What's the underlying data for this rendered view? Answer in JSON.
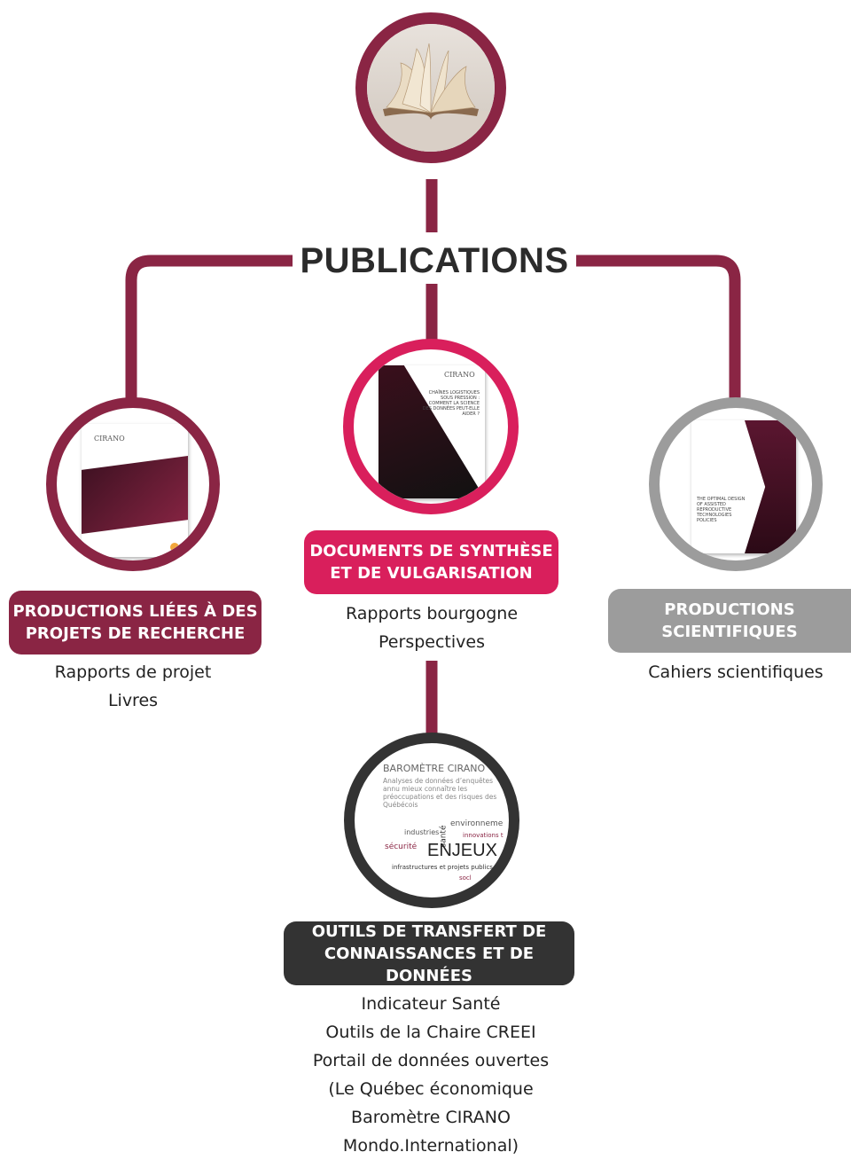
{
  "title": "PUBLICATIONS",
  "colors": {
    "wine": "#8a2544",
    "pink": "#d91f5c",
    "grey": "#9c9c9c",
    "dark": "#333333"
  },
  "top_image": {
    "icon": "open-book-photo"
  },
  "categories": {
    "research": {
      "label_line1": "PRODUCTIONS LIÉES À DES",
      "label_line2": "PROJETS DE RECHERCHE",
      "items": [
        "Rapports de projet",
        "Livres"
      ]
    },
    "synthesis": {
      "label_line1": "DOCUMENTS DE SYNTHÈSE",
      "label_line2": "ET DE VULGARISATION",
      "items": [
        "Rapports bourgogne",
        "Perspectives"
      ],
      "cover_text": "CHAÎNES LOGISTIQUES SOUS PRESSION : COMMENT LA SCIENCE DES DONNÉES PEUT-ELLE AIDER ?"
    },
    "scientific": {
      "label_line1": "PRODUCTIONS",
      "label_line2": "SCIENTIFIQUES",
      "items": [
        "Cahiers scientifiques"
      ],
      "cover_text": "THE OPTIMAL DESIGN OF ASSISTED REPRODUCTIVE TECHNOLOGIES POLICIES"
    },
    "tools": {
      "label_line1": "OUTILS DE TRANSFERT DE",
      "label_line2": "CONNAISSANCES ET DE DONNÉES",
      "items": [
        "Indicateur Santé",
        "Outils de la Chaire CREEI",
        "Portail de données ouvertes",
        "(Le Québec économique",
        "Baromètre CIRANO",
        "Mondo.International)"
      ],
      "barometre": {
        "heading": "BAROMÈTRE CIRANO",
        "desc": "Analyses de données d’enquêtes annu mieux connaître les préoccupations et des risques des Québécois",
        "words": {
          "environnement": "environneme",
          "sante": "santé",
          "industries": "industries",
          "innovations": "innovations t",
          "securite": "sécurité",
          "enjeux": "ENJEUX",
          "infra": "infrastructures et projets publics",
          "soc": "socl"
        }
      }
    }
  },
  "cirano_logo": "CIRANO"
}
